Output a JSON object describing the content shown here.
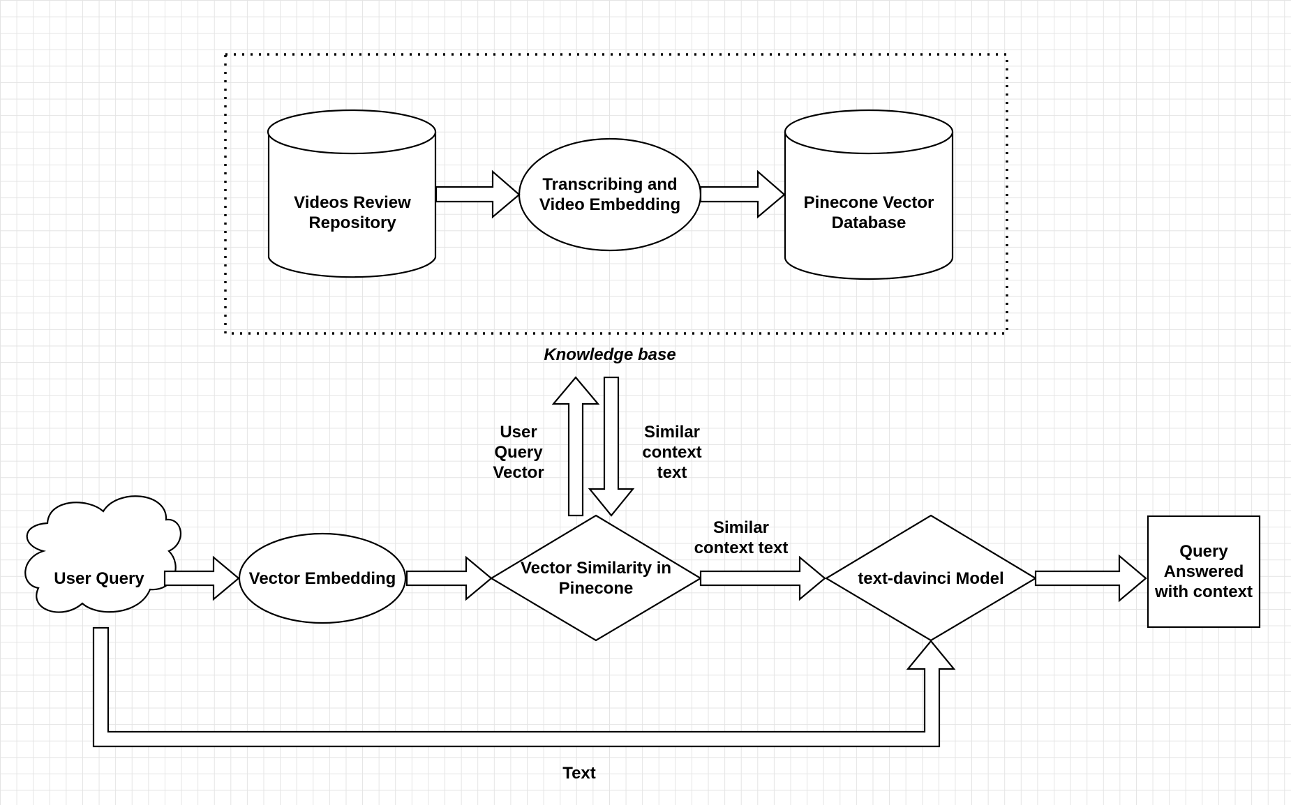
{
  "diagram": {
    "nodes": {
      "videos_repo": "Videos Review\nRepository",
      "transcribing": "Transcribing and\nVideo Embedding",
      "pinecone_db": "Pinecone Vector\nDatabase",
      "user_query": "User Query",
      "vector_embedding": "Vector Embedding",
      "vector_similarity": "Vector Similarity in\nPinecone",
      "davinci_model": "text-davinci Model",
      "query_answered": "Query\nAnswered\nwith context"
    },
    "group_label": "Knowledge base",
    "edge_labels": {
      "user_query_vector": "User\nQuery\nVector",
      "similar_context_up": "Similar\ncontext\ntext",
      "similar_context_right": "Similar\ncontext text",
      "text": "Text"
    }
  }
}
